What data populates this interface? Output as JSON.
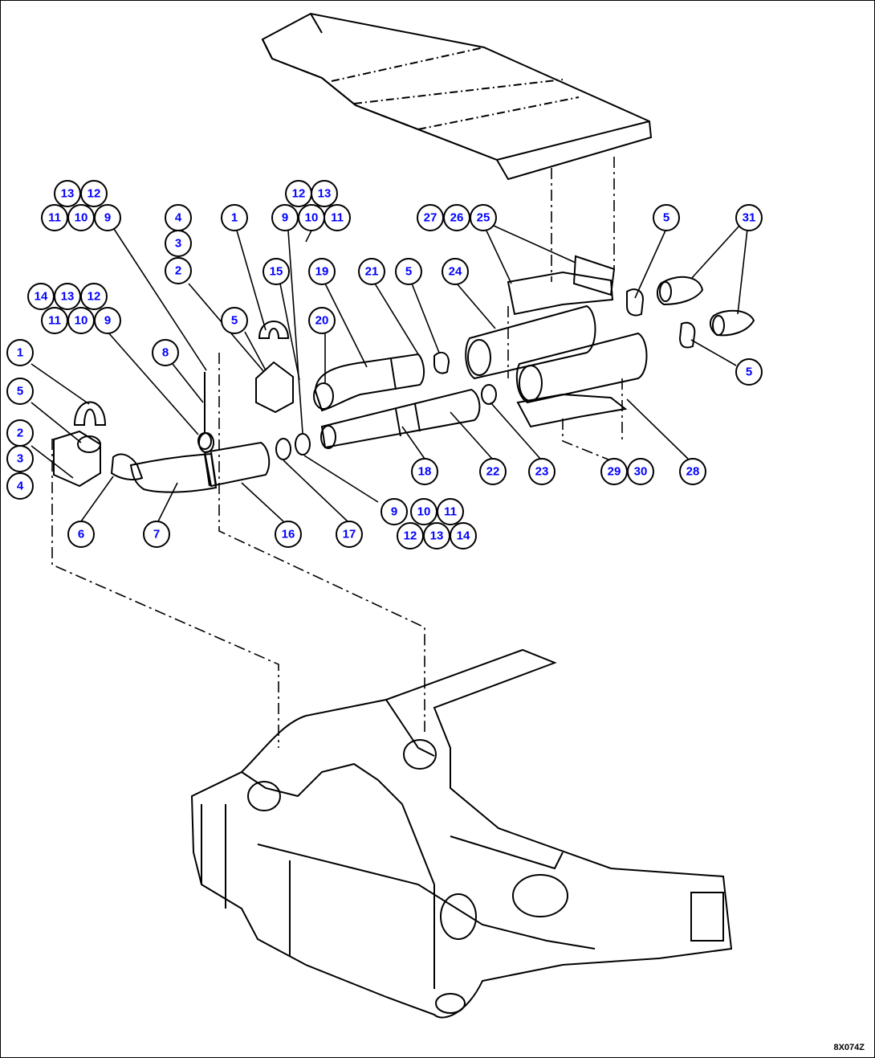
{
  "drawing_code": "8X074Z",
  "balloon_color": "#0000ff",
  "callouts": [
    {
      "id": "b13a",
      "label": "13"
    },
    {
      "id": "b12a",
      "label": "12"
    },
    {
      "id": "b11a",
      "label": "11"
    },
    {
      "id": "b10a",
      "label": "10"
    },
    {
      "id": "b9a",
      "label": "9"
    },
    {
      "id": "b4a",
      "label": "4"
    },
    {
      "id": "b3a",
      "label": "3"
    },
    {
      "id": "b2a",
      "label": "2"
    },
    {
      "id": "b1a",
      "label": "1"
    },
    {
      "id": "b12b",
      "label": "12"
    },
    {
      "id": "b13b",
      "label": "13"
    },
    {
      "id": "b9b",
      "label": "9"
    },
    {
      "id": "b10b",
      "label": "10"
    },
    {
      "id": "b11b",
      "label": "11"
    },
    {
      "id": "b27",
      "label": "27"
    },
    {
      "id": "b26",
      "label": "26"
    },
    {
      "id": "b25",
      "label": "25"
    },
    {
      "id": "b5a",
      "label": "5"
    },
    {
      "id": "b31",
      "label": "31"
    },
    {
      "id": "b14c",
      "label": "14"
    },
    {
      "id": "b13c",
      "label": "13"
    },
    {
      "id": "b12c",
      "label": "12"
    },
    {
      "id": "b11c",
      "label": "11"
    },
    {
      "id": "b10c",
      "label": "10"
    },
    {
      "id": "b9c",
      "label": "9"
    },
    {
      "id": "b15",
      "label": "15"
    },
    {
      "id": "b19",
      "label": "19"
    },
    {
      "id": "b21",
      "label": "21"
    },
    {
      "id": "b5b",
      "label": "5"
    },
    {
      "id": "b24",
      "label": "24"
    },
    {
      "id": "b5c",
      "label": "5"
    },
    {
      "id": "b20",
      "label": "20"
    },
    {
      "id": "b8",
      "label": "8"
    },
    {
      "id": "b1b",
      "label": "1"
    },
    {
      "id": "b5d",
      "label": "5"
    },
    {
      "id": "b5e",
      "label": "5"
    },
    {
      "id": "b2b",
      "label": "2"
    },
    {
      "id": "b3b",
      "label": "3"
    },
    {
      "id": "b4b",
      "label": "4"
    },
    {
      "id": "b18",
      "label": "18"
    },
    {
      "id": "b22",
      "label": "22"
    },
    {
      "id": "b23",
      "label": "23"
    },
    {
      "id": "b29",
      "label": "29"
    },
    {
      "id": "b30",
      "label": "30"
    },
    {
      "id": "b28",
      "label": "28"
    },
    {
      "id": "b6",
      "label": "6"
    },
    {
      "id": "b7",
      "label": "7"
    },
    {
      "id": "b16",
      "label": "16"
    },
    {
      "id": "b17",
      "label": "17"
    },
    {
      "id": "b9d",
      "label": "9"
    },
    {
      "id": "b10d",
      "label": "10"
    },
    {
      "id": "b11d",
      "label": "11"
    },
    {
      "id": "b12d",
      "label": "12"
    },
    {
      "id": "b13d",
      "label": "13"
    },
    {
      "id": "b14d",
      "label": "14"
    }
  ]
}
